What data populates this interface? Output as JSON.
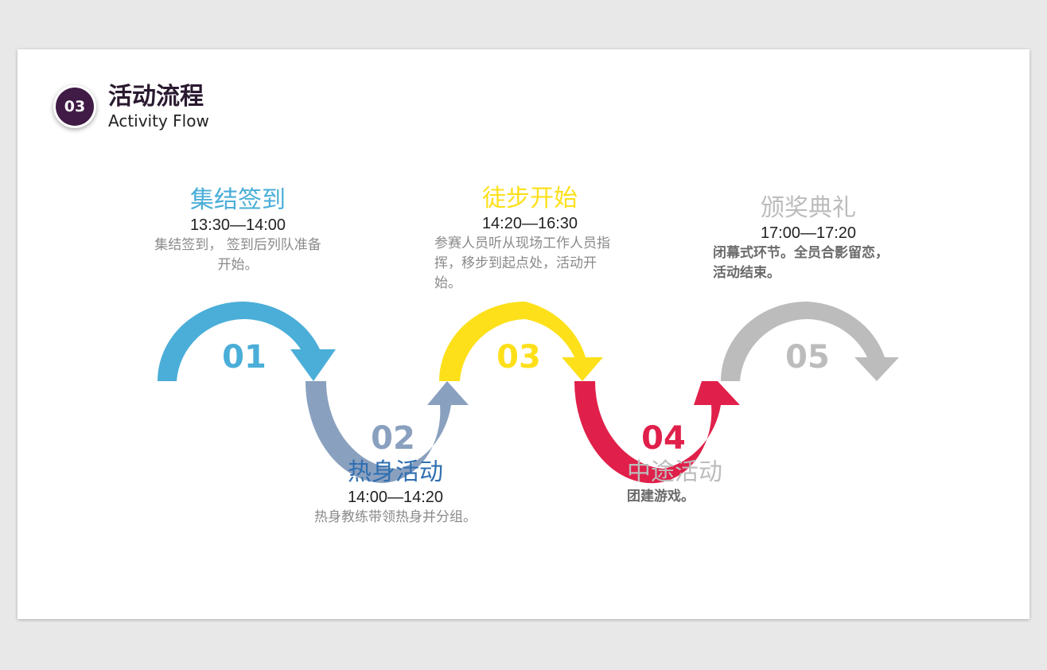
{
  "header": {
    "badge": "03",
    "title_cn": "活动流程",
    "title_en": "Activity Flow"
  },
  "colors": {
    "step1": "#4aaed8",
    "step2": "#8aa0bf",
    "step3": "#fde01a",
    "step4": "#e0204a",
    "step5": "#bcbcbc",
    "step2_title": "#2f6fb0"
  },
  "steps": [
    {
      "num": "01",
      "title": "集结签到",
      "time": "13:30—14:00",
      "desc": "集结签到， 签到后列队准备开始。"
    },
    {
      "num": "02",
      "title": "热身活动",
      "time": "14:00—14:20",
      "desc": "热身教练带领热身并分组。"
    },
    {
      "num": "03",
      "title": "徒步开始",
      "time": "14:20—16:30",
      "desc": "参赛人员听从现场工作人员指挥，移步到起点处，活动开始。"
    },
    {
      "num": "04",
      "title": "中途活动",
      "time": "",
      "desc": "团建游戏。"
    },
    {
      "num": "05",
      "title": "颁奖典礼",
      "time": "17:00—17:20",
      "desc": "闭幕式环节。全员合影留恋，活动结束。"
    }
  ]
}
